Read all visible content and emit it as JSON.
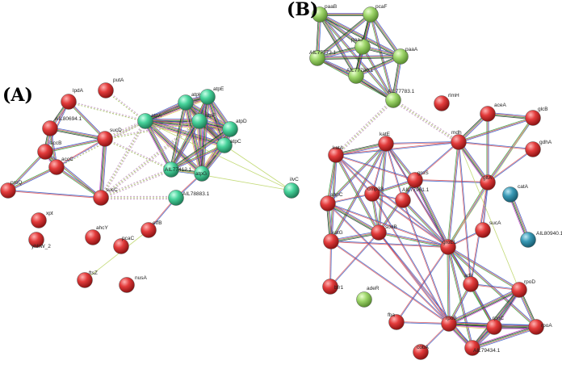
{
  "panels": [
    {
      "label": "(A)",
      "nodes": [
        {
          "id": "putA",
          "color": "red"
        },
        {
          "id": "lpdA",
          "color": "red"
        },
        {
          "id": "AIL80694.1",
          "color": "red"
        },
        {
          "id": "accB",
          "color": "red"
        },
        {
          "id": "sucD",
          "color": "red"
        },
        {
          "id": "accC",
          "color": "red"
        },
        {
          "id": "proQ",
          "color": "red"
        },
        {
          "id": "sucC",
          "color": "red"
        },
        {
          "id": "xpt",
          "color": "red"
        },
        {
          "id": "yhhW_2",
          "color": "red"
        },
        {
          "id": "ahcY",
          "color": "red"
        },
        {
          "id": "pcaC",
          "color": "red"
        },
        {
          "id": "ftsZ",
          "color": "red"
        },
        {
          "id": "nusA",
          "color": "red"
        },
        {
          "id": "etfB",
          "color": "red"
        },
        {
          "id": "atpA",
          "color": "green"
        },
        {
          "id": "atpH",
          "color": "green"
        },
        {
          "id": "atpE",
          "color": "green"
        },
        {
          "id": "atpF",
          "color": "green"
        },
        {
          "id": "atpD",
          "color": "green"
        },
        {
          "id": "atpC",
          "color": "green"
        },
        {
          "id": "atpG",
          "color": "green"
        },
        {
          "id": "AIL77412.1",
          "color": "green"
        },
        {
          "id": "AIL78883.1",
          "color": "green"
        },
        {
          "id": "ilvC",
          "color": "green"
        }
      ]
    },
    {
      "label": "(B)",
      "nodes": [
        {
          "id": "paaB",
          "color": "lightgreen"
        },
        {
          "id": "pcaF",
          "color": "lightgreen"
        },
        {
          "id": "paaJ",
          "color": "lightgreen"
        },
        {
          "id": "AIL77773.1",
          "color": "lightgreen"
        },
        {
          "id": "paaA",
          "color": "lightgreen"
        },
        {
          "id": "AIL77780.1",
          "color": "lightgreen"
        },
        {
          "id": "AIL77783.1",
          "color": "lightgreen"
        },
        {
          "id": "rlmH",
          "color": "red"
        },
        {
          "id": "aceA",
          "color": "red"
        },
        {
          "id": "glcB",
          "color": "red"
        },
        {
          "id": "katE",
          "color": "red"
        },
        {
          "id": "mdh",
          "color": "red"
        },
        {
          "id": "katA",
          "color": "red"
        },
        {
          "id": "gdhA",
          "color": "red"
        },
        {
          "id": "omp38",
          "color": "red"
        },
        {
          "id": "groS",
          "color": "red"
        },
        {
          "id": "gltA",
          "color": "red"
        },
        {
          "id": "ahpC",
          "color": "red"
        },
        {
          "id": "AIL77961.1",
          "color": "red"
        },
        {
          "id": "sodB",
          "color": "red"
        },
        {
          "id": "katG",
          "color": "red"
        },
        {
          "id": "groEL",
          "color": "red"
        },
        {
          "id": "sucA",
          "color": "red"
        },
        {
          "id": "catA",
          "color": "teal"
        },
        {
          "id": "AIL80940.1",
          "color": "teal"
        },
        {
          "id": "bfr1",
          "color": "red"
        },
        {
          "id": "adeR",
          "color": "lightgreen"
        },
        {
          "id": "adk",
          "color": "red"
        },
        {
          "id": "rpoD",
          "color": "red"
        },
        {
          "id": "fba",
          "color": "red"
        },
        {
          "id": "rpoB",
          "color": "red"
        },
        {
          "id": "rpoC",
          "color": "red"
        },
        {
          "id": "rpoA",
          "color": "red"
        },
        {
          "id": "cobA",
          "color": "red"
        },
        {
          "id": "AIL79434.1",
          "color": "red"
        }
      ]
    }
  ]
}
